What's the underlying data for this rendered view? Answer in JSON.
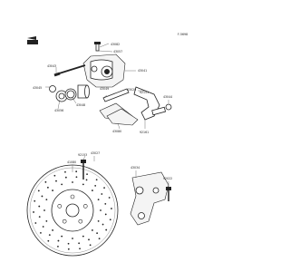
{
  "diagram_code": "F-5698",
  "callouts": {
    "c43082": "43082",
    "c43057": "43057",
    "c43043": "43043",
    "c43045": "43045",
    "c43048": "43048",
    "c43056": "43056",
    "c43049": "43049",
    "c43041": "43041",
    "c43020": "43020",
    "c92151": "92151",
    "c43044": "43044",
    "c92161": "92161",
    "c43080": "43080",
    "c41080": "41080",
    "c92153": "92153",
    "c43027": "43027",
    "c43034": "43034",
    "c92022": "92022"
  }
}
